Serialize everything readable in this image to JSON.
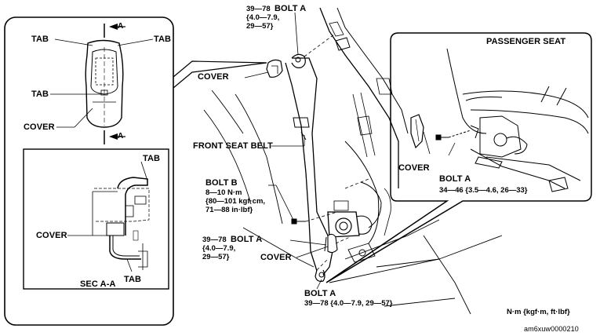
{
  "inset_left": {
    "section_marker": "A",
    "tab_left": "TAB",
    "tab_right": "TAB",
    "tab_mid": "TAB",
    "cover": "COVER",
    "section_marker_bottom": "A"
  },
  "section_view": {
    "tab_top": "TAB",
    "cover": "COVER",
    "tab_bottom": "TAB",
    "title": "SEC A-A"
  },
  "main": {
    "cover_top": "COVER",
    "front_seat_belt": "FRONT SEAT BELT",
    "bolt_a_top": {
      "label": "BOLT A",
      "torque_1": "39—78",
      "torque_2": "{4.0—7.9,",
      "torque_3": "29—57}"
    },
    "bolt_b": {
      "label": "BOLT B",
      "torque_1": "8—10 N·m",
      "torque_2": "{80—101 kgf·cm,",
      "torque_3": "71—88 in·lbf}"
    },
    "bolt_a_mid": {
      "label": "BOLT A",
      "torque_1": "39—78",
      "torque_2": "{4.0—7.9,",
      "torque_3": "29—57}"
    },
    "cover_bottom": "COVER",
    "bolt_a_bottom": {
      "label": "BOLT A",
      "torque": "39—78 {4.0—7.9, 29—57}"
    }
  },
  "passenger_inset": {
    "title": "PASSENGER SEAT",
    "cover": "COVER",
    "bolt_a": {
      "label": "BOLT A",
      "torque": "34—46 {3.5—4.6, 26—33}"
    }
  },
  "footer": {
    "units": "N·m {kgf·m, ft·lbf}",
    "figure_id": "am6xuw0000210"
  }
}
